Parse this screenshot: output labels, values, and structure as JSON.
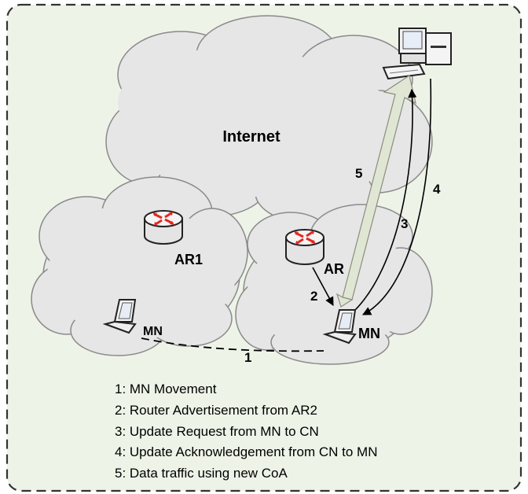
{
  "diagram": {
    "internet_label": "Internet",
    "ar1_label": "AR1",
    "ar2_label": "AR",
    "mn_old_label": "MN",
    "mn_new_label": "MN",
    "steps": {
      "s1": "1",
      "s2": "2",
      "s3": "3",
      "s4": "4",
      "s5": "5"
    }
  },
  "legend": [
    "1: MN Movement",
    "2: Router Advertisement from AR2",
    "3: Update Request from MN to CN",
    "4: Update Acknowledgement from CN to MN",
    "5: Data traffic using new CoA"
  ],
  "colors": {
    "background": "#eef3e8",
    "cloud_fill": "#e6e6e6",
    "cloud_stroke": "#8a8a8a",
    "frame_dash": "#333333",
    "wide_arrow": "#e0e6d4",
    "router_arrows": "#e8251f"
  }
}
